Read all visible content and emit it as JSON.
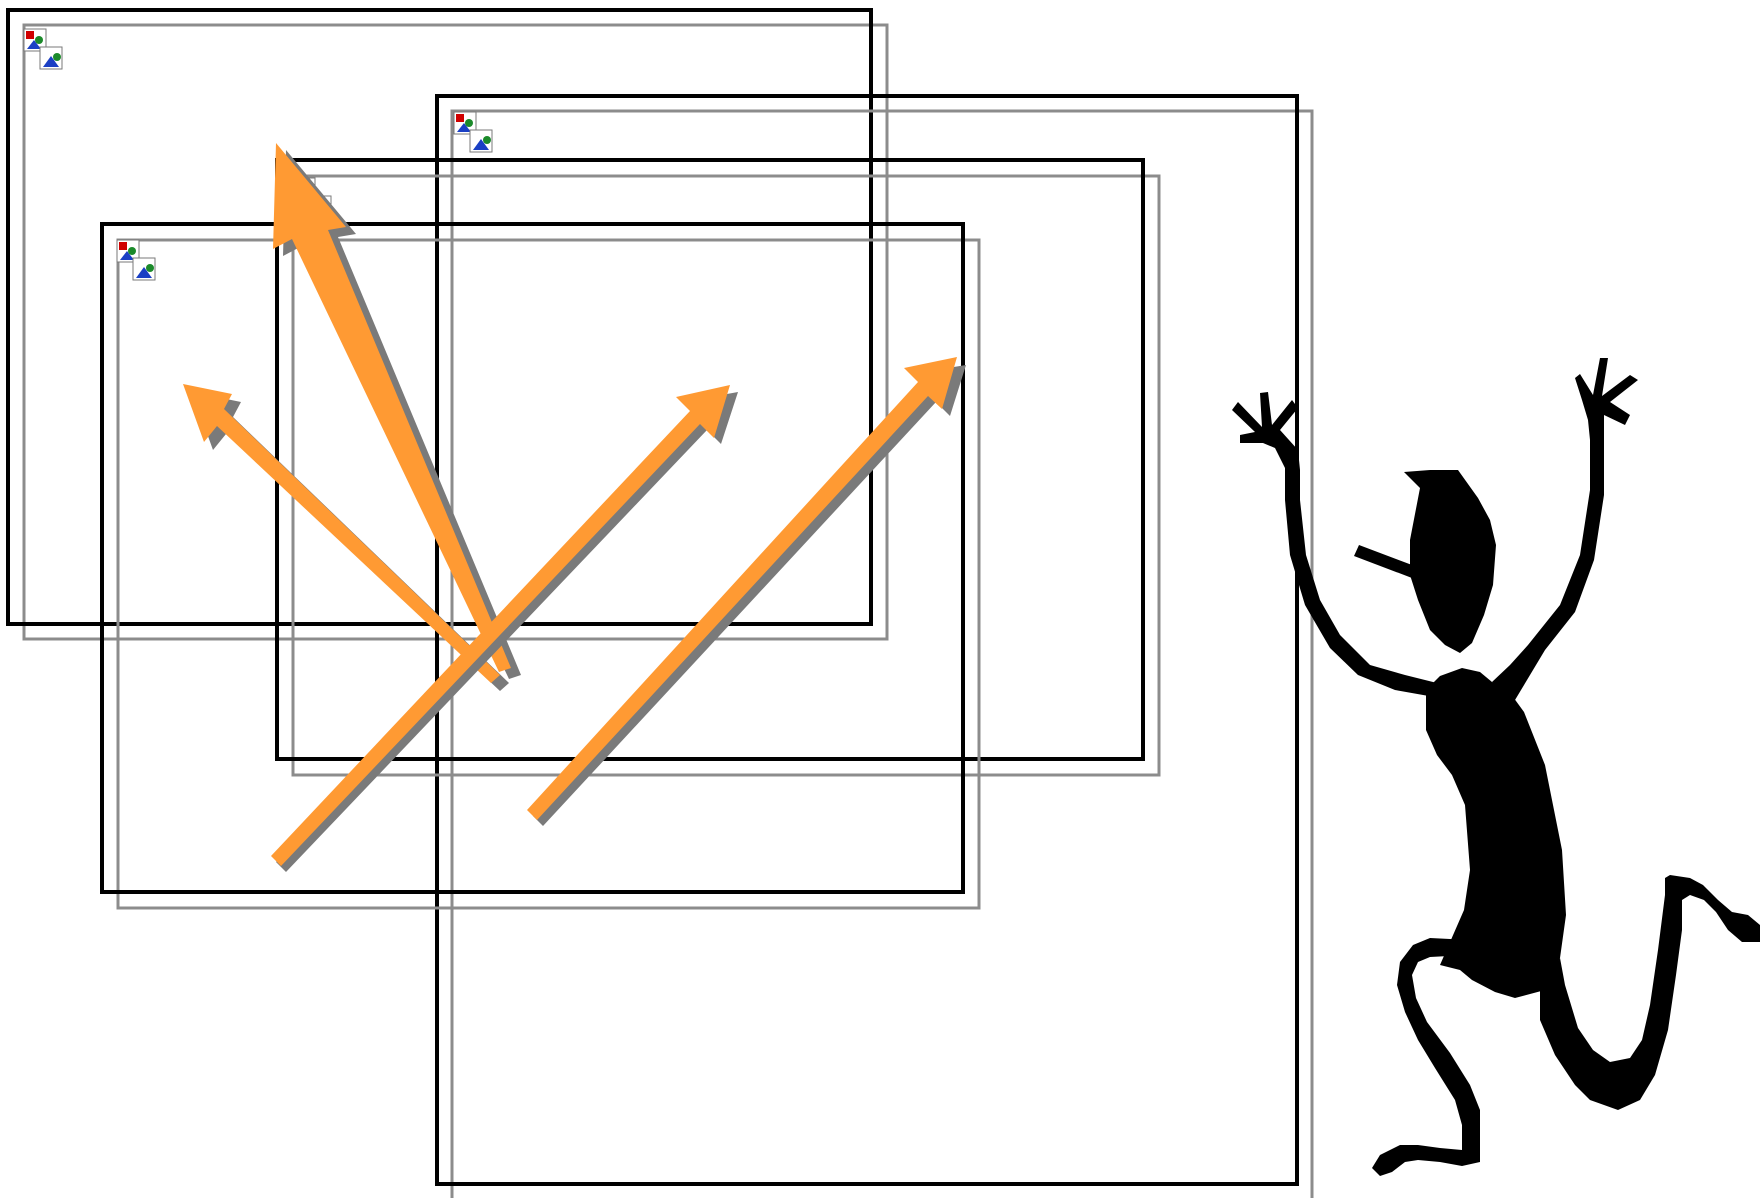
{
  "colors": {
    "frame": "#000000",
    "frame_shadow": "#8c8c8c",
    "arrow": "#ff9a33",
    "arrow_shadow": "#7a7a7a",
    "figure": "#000000",
    "background": "#ffffff"
  },
  "placeholder_icon": "broken-image-icon",
  "frames": [
    {
      "name": "frame-top-left",
      "icon": "broken-image-icon"
    },
    {
      "name": "frame-right-tall",
      "icon": "broken-image-icon"
    },
    {
      "name": "frame-middle",
      "icon": "broken-image-icon"
    },
    {
      "name": "frame-lower-left",
      "icon": "broken-image-icon"
    }
  ],
  "arrows": [
    {
      "name": "arrow-up-left-steep"
    },
    {
      "name": "arrow-up-left"
    },
    {
      "name": "arrow-up-right-center"
    },
    {
      "name": "arrow-up-right-far"
    }
  ],
  "figure": {
    "name": "dancing-stick-figure",
    "icon": "stick-figure-icon"
  }
}
